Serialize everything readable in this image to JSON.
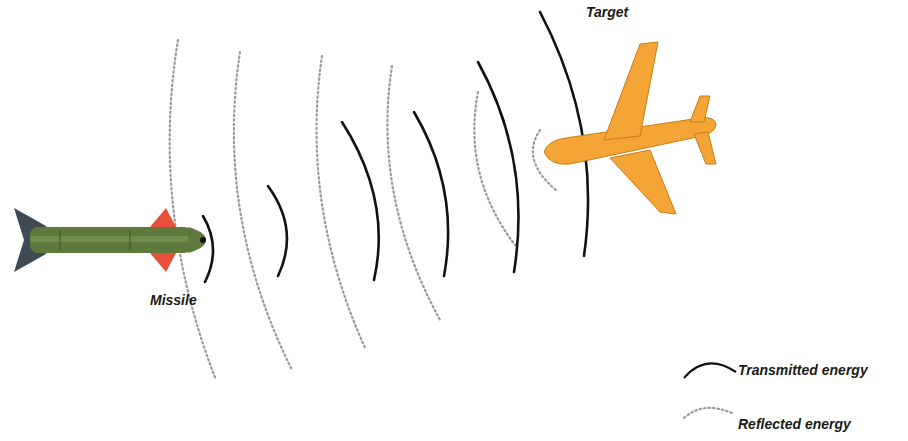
{
  "diagram": {
    "labels": [
      "Target",
      "Missile"
    ],
    "legend": [
      {
        "text": "Transmitted energy"
      },
      {
        "text": "Reflected energy"
      }
    ]
  }
}
